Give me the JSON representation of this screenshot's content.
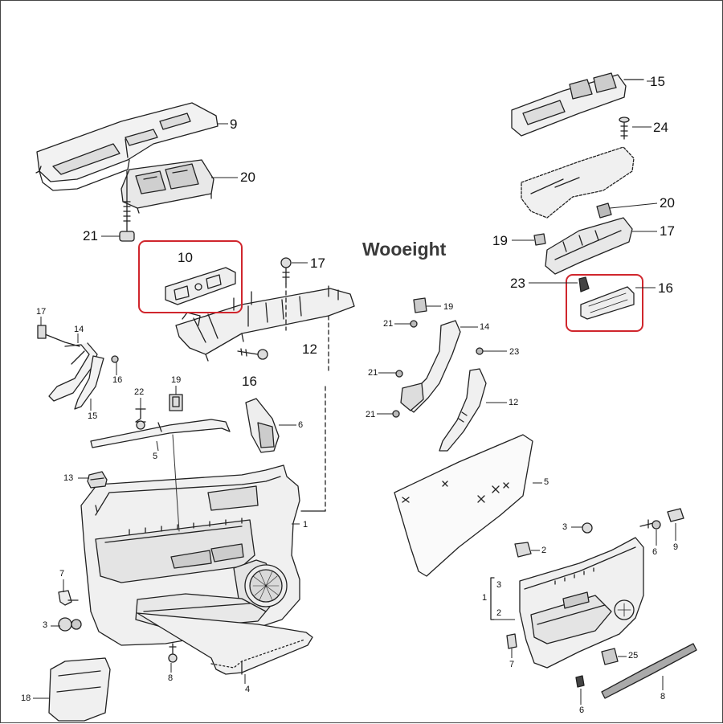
{
  "watermark": "Wooeight",
  "highlight_color": "#d0262d",
  "labels": {
    "l9": "9",
    "l20a": "20",
    "l21a": "21",
    "l10": "10",
    "l17a": "17",
    "l12a": "12",
    "l16a": "16",
    "l15a": "15",
    "l24": "24",
    "l20b": "20",
    "l17b": "17",
    "l19a": "19",
    "l23a": "23",
    "l16b": "16",
    "l17c": "17",
    "l14a": "14",
    "l16c": "16",
    "l15b": "15",
    "l22": "22",
    "l19b": "19",
    "l6a": "6",
    "l5a": "5",
    "l13": "13",
    "l1a": "1",
    "l7a": "7",
    "l3a": "3",
    "l8a": "8",
    "l4": "4",
    "l18": "18",
    "l19c": "19",
    "l21b": "21",
    "l14b": "14",
    "l23b": "23",
    "l21c": "21",
    "l12b": "12",
    "l21d": "21",
    "l5b": "5",
    "l3b": "3",
    "l2": "2",
    "l6b": "6",
    "l9b": "9",
    "l1b": "1",
    "l3c": "3",
    "l2b": "2",
    "l7b": "7",
    "l25": "25",
    "l6c": "6",
    "l8b": "8"
  }
}
